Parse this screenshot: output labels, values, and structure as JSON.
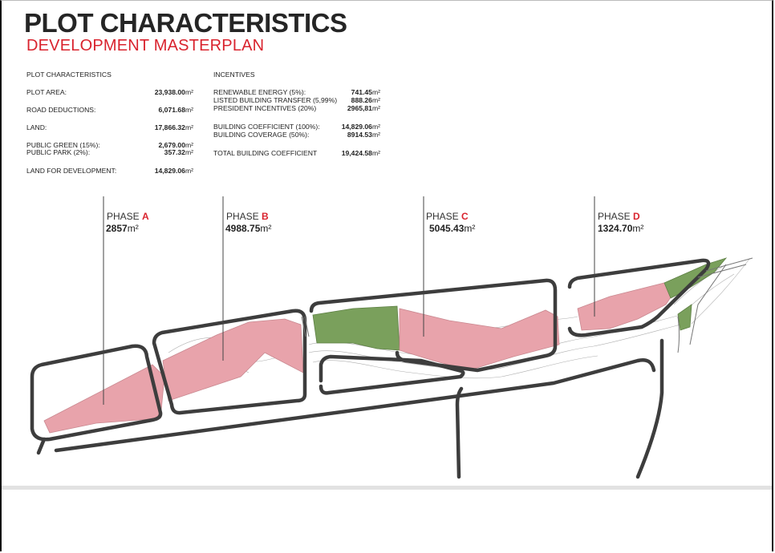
{
  "header": {
    "title": "PLOT CHARACTERISTICS",
    "subtitle": "DEVELOPMENT MASTERPLAN"
  },
  "plot_table": {
    "heading": "PLOT CHARACTERISTICS",
    "rows": [
      {
        "label": "PLOT AREA:",
        "value": "23,938.00",
        "unit": "m²"
      },
      {
        "label": "ROAD DEDUCTIONS:",
        "value": "6,071.68",
        "unit": "m²"
      },
      {
        "label": "LAND:",
        "value": "17,866.32",
        "unit": "m²"
      },
      {
        "label": "PUBLIC GREEN (15%):",
        "value": "2,679.00",
        "unit": "m²"
      },
      {
        "label": "PUBLIC PARK (2%):",
        "value": "357.32",
        "unit": "m²"
      },
      {
        "label": "LAND FOR DEVELOPMENT:",
        "value": "14,829.06",
        "unit": "m²"
      }
    ]
  },
  "incentives_table": {
    "heading": "INCENTIVES",
    "rows": [
      {
        "label": "RENEWABLE ENERGY (5%):",
        "value": "741.45",
        "unit": "m²"
      },
      {
        "label": "LISTED BUILDING TRANSFER (5,99%)",
        "value": "888.26",
        "unit": "m²"
      },
      {
        "label": "PRESIDENT INCENTIVES (20%)",
        "value": "2965,81",
        "unit": "m²"
      },
      {
        "label": "BUILDING COEFFICIENT (100%):",
        "value": "14,829.06",
        "unit": "m²"
      },
      {
        "label": "BUILDING COVERAGE (50%):",
        "value": "8914.53",
        "unit": "m²"
      },
      {
        "label": "TOTAL BUILDING COEFFICIENT",
        "value": "19,424.58",
        "unit": "m²"
      }
    ]
  },
  "phases": [
    {
      "prefix": "PHASE ",
      "letter": "A",
      "area": "2857",
      "unit": "m²"
    },
    {
      "prefix": "PHASE ",
      "letter": "B",
      "area": "4988.75",
      "unit": "m²"
    },
    {
      "prefix": "PHASE ",
      "letter": "C",
      "area": "5045.43",
      "unit": "m²"
    },
    {
      "prefix": "PHASE ",
      "letter": "D",
      "area": "1324.70",
      "unit": "m²"
    }
  ],
  "colors": {
    "accent_red": "#d9232e",
    "development_pink": "#e8a3ab",
    "green_area": "#7aa05c",
    "road_outline": "#3d3d3d"
  },
  "icons": [
    "masterplan-map"
  ]
}
